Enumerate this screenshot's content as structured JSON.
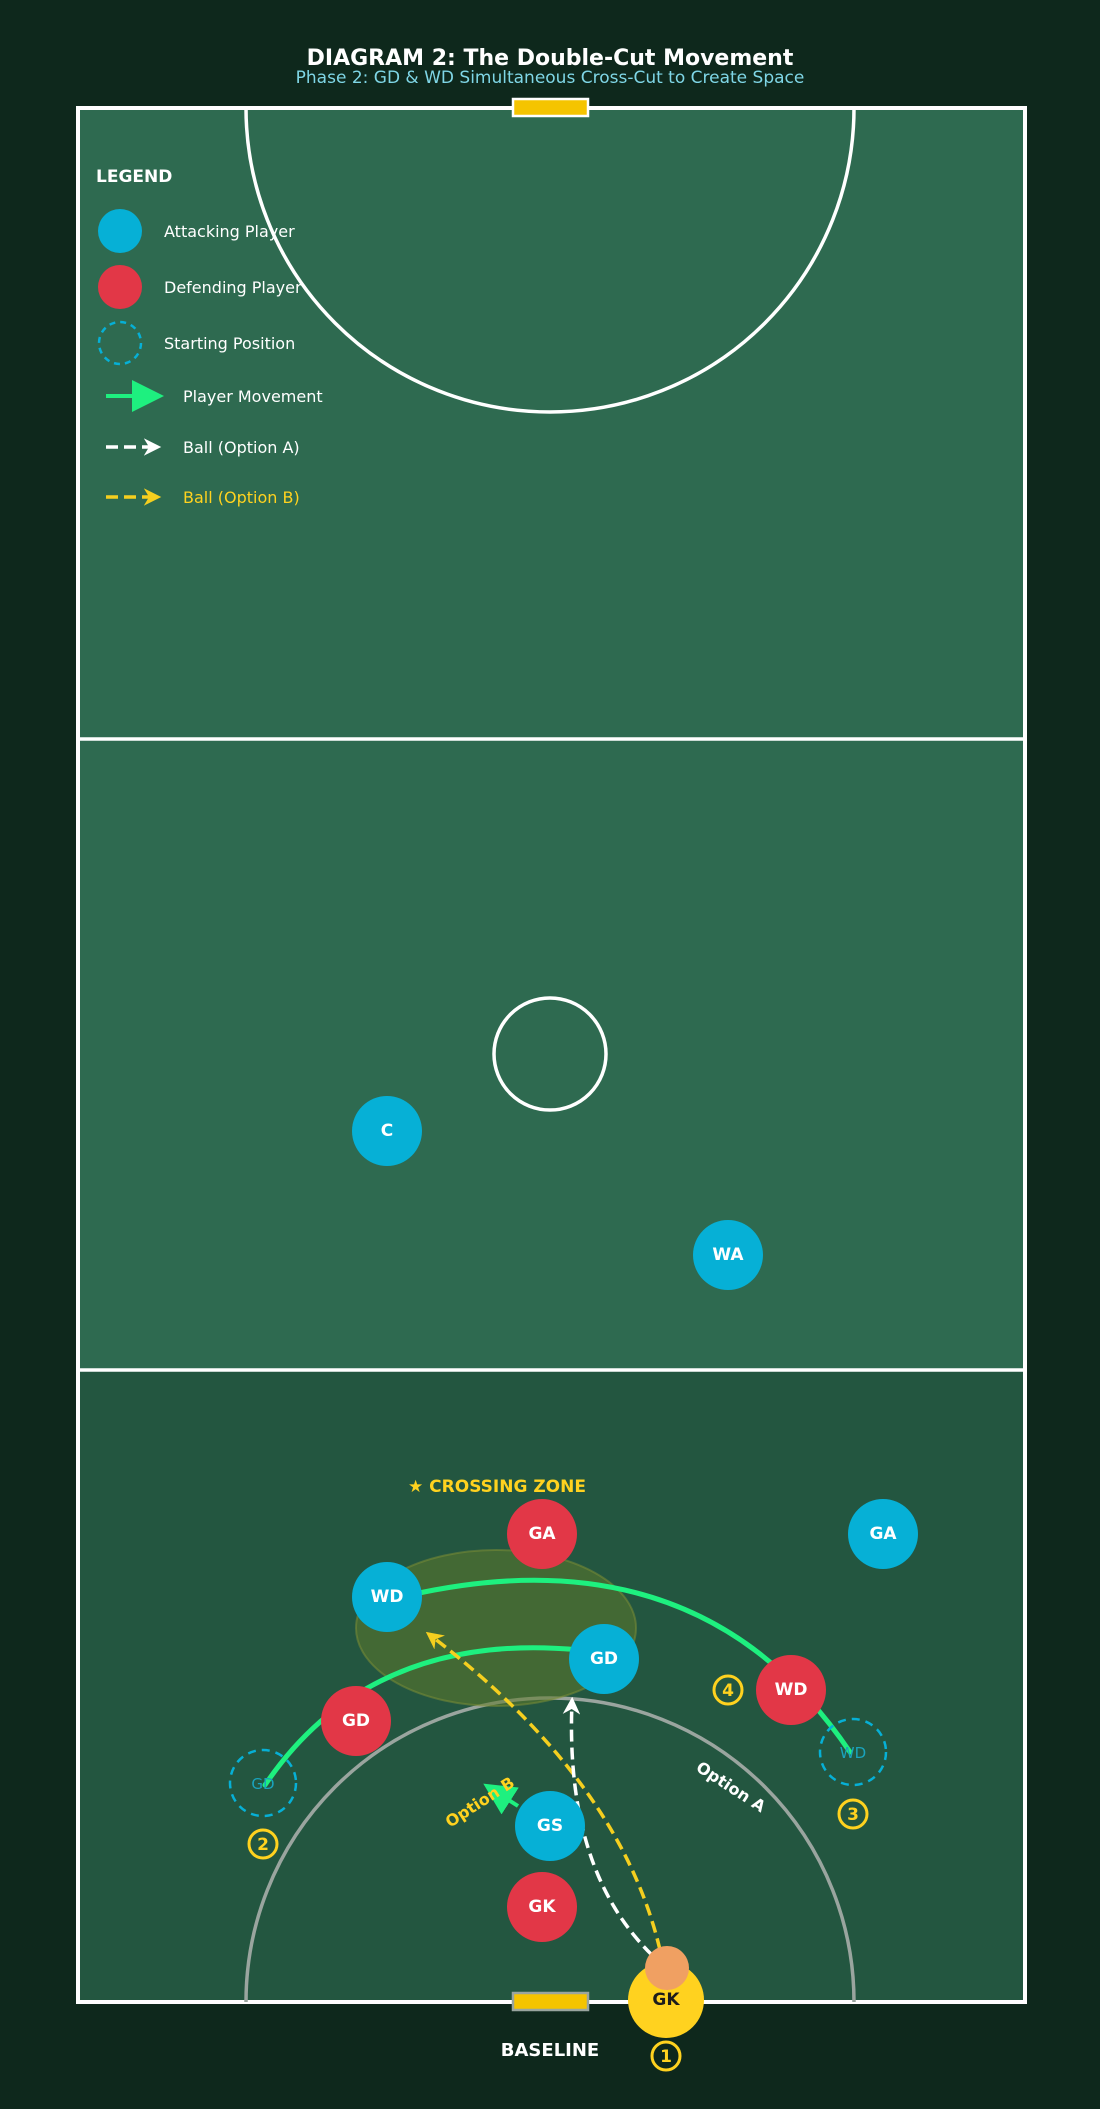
{
  "title": "DIAGRAM 2: The Double-Cut Movement",
  "subtitle": "Phase 2: GD & WD Simultaneous Cross-Cut to Create Space",
  "legend": {
    "heading": "LEGEND",
    "attacking": "Attacking Player",
    "defending": "Defending Player",
    "starting": "Starting Position",
    "movement": "Player Movement",
    "ball_a": "Ball (Option A)",
    "ball_b": "Ball (Option B)"
  },
  "colors": {
    "background": "#0e281c",
    "court": "#2e6a50",
    "defending_third": "#235640",
    "attacking": "#06b0d6",
    "defending": "#e23747",
    "movement": "#1ef07f",
    "ball_a": "#ffffff",
    "ball_b": "#f5cf1f",
    "goal_post": "#f5c400",
    "ball_carrier": "#ffd21f",
    "ball": "#f0a062"
  },
  "zone_label": "★ CROSSING ZONE",
  "option_a": "Option A",
  "option_b": "Option B",
  "baseline": "BASELINE",
  "players": {
    "c": "C",
    "wa": "WA",
    "ga_attack": "GA",
    "ga_defend": "GA",
    "wd_attack": "WD",
    "gd_attack": "GD",
    "gd_defend": "GD",
    "wd_defend": "WD",
    "gs_attack": "GS",
    "gk_defend": "GK",
    "gk_ball": "GK"
  },
  "ghosts": {
    "gd": "GD",
    "wd": "WD"
  },
  "steps": [
    "1",
    "2",
    "3",
    "4"
  ]
}
